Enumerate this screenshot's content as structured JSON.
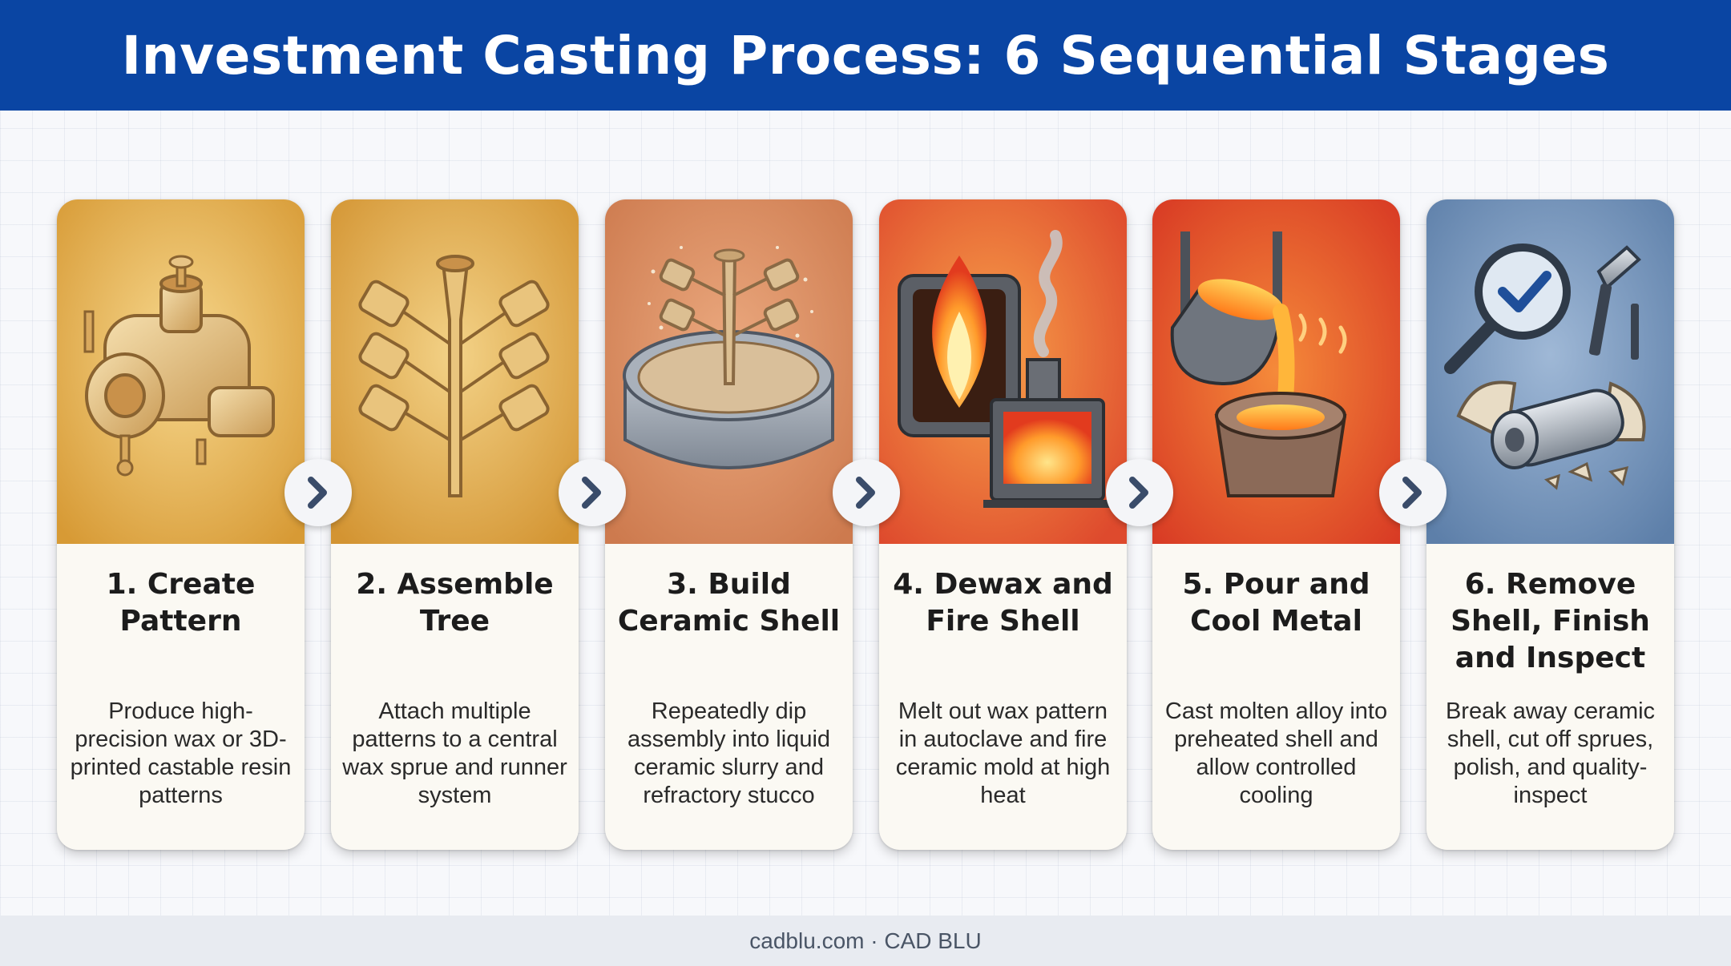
{
  "header": {
    "title": "Investment Casting Process: 6 Sequential Stages"
  },
  "stages": [
    {
      "title": "1. Create Pattern",
      "description": "Produce high-precision wax or 3D-printed castable resin patterns",
      "icon": "wax-pattern-icon"
    },
    {
      "title": "2. Assemble Tree",
      "description": "Attach multiple patterns to a central wax sprue and runner system",
      "icon": "wax-tree-icon"
    },
    {
      "title": "3. Build Ceramic Shell",
      "description": "Repeatedly dip assembly into liquid ceramic slurry and refractory stucco",
      "icon": "slurry-dip-icon"
    },
    {
      "title": "4. Dewax and Fire Shell",
      "description": "Melt out wax pattern in autoclave and fire ceramic mold at high heat",
      "icon": "furnace-icon"
    },
    {
      "title": "5. Pour and Cool Metal",
      "description": "Cast molten alloy into preheated shell and allow controlled cooling",
      "icon": "ladle-pour-icon"
    },
    {
      "title": "6. Remove Shell, Finish and Inspect",
      "description": "Break away ceramic shell, cut off sprues, polish, and quality-inspect",
      "icon": "inspect-icon"
    }
  ],
  "colors": {
    "header_bg": "#0a45a3",
    "stage_1": "#e3ae4e",
    "stage_2": "#e0a948",
    "stage_3": "#d98b60",
    "stage_4": "#e9593a",
    "stage_5": "#e24a2c",
    "stage_6": "#6d8fb8",
    "arrow": "#3a4c6a"
  },
  "footer": {
    "text": "cadblu.com · CAD BLU"
  }
}
